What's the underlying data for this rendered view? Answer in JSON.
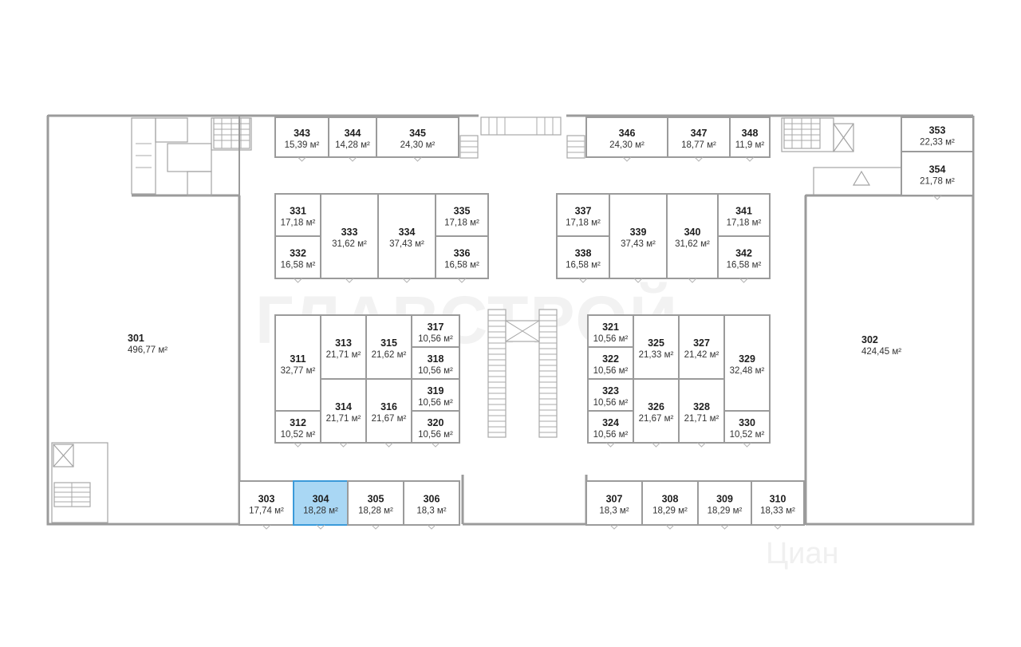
{
  "watermarks": [
    "ГЛАВСТРОЙ",
    "Циан"
  ],
  "colors": {
    "wall": "#9b9b9b",
    "selected_fill": "#a9d7f4",
    "selected_stroke": "#3b9ad9",
    "label": "#1e1e1e"
  },
  "selected_room": "304",
  "rooms": [
    {
      "id": "301",
      "area": "496,77 м²"
    },
    {
      "id": "302",
      "area": "424,45 м²"
    },
    {
      "id": "303",
      "area": "17,74 м²"
    },
    {
      "id": "304",
      "area": "18,28 м²"
    },
    {
      "id": "305",
      "area": "18,28 м²"
    },
    {
      "id": "306",
      "area": "18,3 м²"
    },
    {
      "id": "307",
      "area": "18,3 м²"
    },
    {
      "id": "308",
      "area": "18,29 м²"
    },
    {
      "id": "309",
      "area": "18,29 м²"
    },
    {
      "id": "310",
      "area": "18,33 м²"
    },
    {
      "id": "311",
      "area": "32,77 м²"
    },
    {
      "id": "312",
      "area": "10,52 м²"
    },
    {
      "id": "313",
      "area": "21,71 м²"
    },
    {
      "id": "314",
      "area": "21,71 м²"
    },
    {
      "id": "315",
      "area": "21,62 м²"
    },
    {
      "id": "316",
      "area": "21,67 м²"
    },
    {
      "id": "317",
      "area": "10,56 м²"
    },
    {
      "id": "318",
      "area": "10,56 м²"
    },
    {
      "id": "319",
      "area": "10,56 м²"
    },
    {
      "id": "320",
      "area": "10,56 м²"
    },
    {
      "id": "321",
      "area": "10,56 м²"
    },
    {
      "id": "322",
      "area": "10,56 м²"
    },
    {
      "id": "323",
      "area": "10,56 м²"
    },
    {
      "id": "324",
      "area": "10,56 м²"
    },
    {
      "id": "325",
      "area": "21,33 м²"
    },
    {
      "id": "326",
      "area": "21,67 м²"
    },
    {
      "id": "327",
      "area": "21,42 м²"
    },
    {
      "id": "328",
      "area": "21,71 м²"
    },
    {
      "id": "329",
      "area": "32,48 м²"
    },
    {
      "id": "330",
      "area": "10,52 м²"
    },
    {
      "id": "331",
      "area": "17,18 м²"
    },
    {
      "id": "332",
      "area": "16,58 м²"
    },
    {
      "id": "333",
      "area": "31,62 м²"
    },
    {
      "id": "334",
      "area": "37,43 м²"
    },
    {
      "id": "335",
      "area": "17,18 м²"
    },
    {
      "id": "336",
      "area": "16,58 м²"
    },
    {
      "id": "337",
      "area": "17,18 м²"
    },
    {
      "id": "338",
      "area": "16,58 м²"
    },
    {
      "id": "339",
      "area": "37,43 м²"
    },
    {
      "id": "340",
      "area": "31,62 м²"
    },
    {
      "id": "341",
      "area": "17,18 м²"
    },
    {
      "id": "342",
      "area": "16,58 м²"
    },
    {
      "id": "343",
      "area": "15,39 м²"
    },
    {
      "id": "344",
      "area": "14,28 м²"
    },
    {
      "id": "345",
      "area": "24,30 м²"
    },
    {
      "id": "346",
      "area": "24,30 м²"
    },
    {
      "id": "347",
      "area": "18,77 м²"
    },
    {
      "id": "348",
      "area": "11,9 м²"
    },
    {
      "id": "353",
      "area": "22,33 м²"
    },
    {
      "id": "354",
      "area": "21,78 м²"
    }
  ]
}
